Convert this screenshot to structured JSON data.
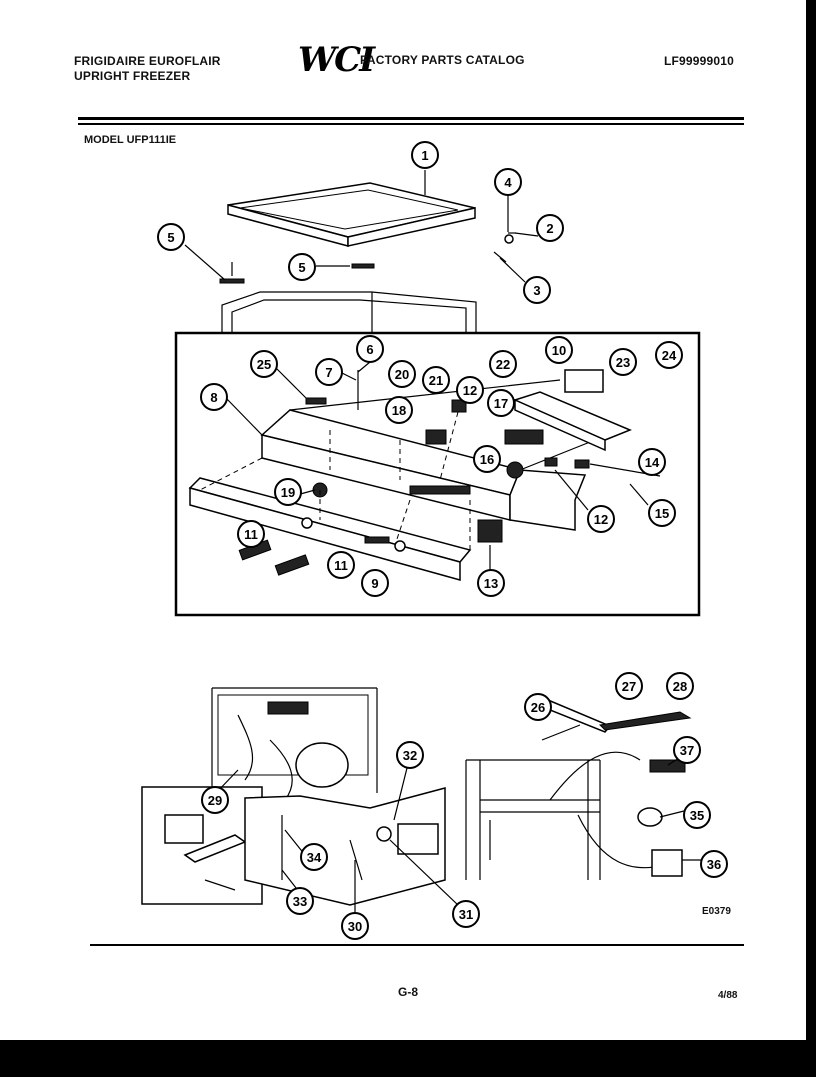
{
  "header": {
    "brand_line1": "FRIGIDAIRE EUROFLAIR",
    "brand_line2": "UPRIGHT FREEZER",
    "logo": "WCI",
    "catalog_title": "FACTORY PARTS CATALOG",
    "catalog_number": "LF99999010"
  },
  "model": "MODEL UFP111IE",
  "diagram_code": "E0379",
  "footer": {
    "page": "G-8",
    "date": "4/88"
  },
  "callouts": [
    "1",
    "2",
    "3",
    "4",
    "5",
    "5",
    "6",
    "7",
    "8",
    "9",
    "10",
    "11",
    "11",
    "12",
    "12",
    "13",
    "14",
    "15",
    "16",
    "17",
    "18",
    "19",
    "20",
    "21",
    "22",
    "23",
    "24",
    "25",
    "26",
    "27",
    "28",
    "29",
    "30",
    "31",
    "32",
    "33",
    "34",
    "35",
    "36",
    "37"
  ]
}
